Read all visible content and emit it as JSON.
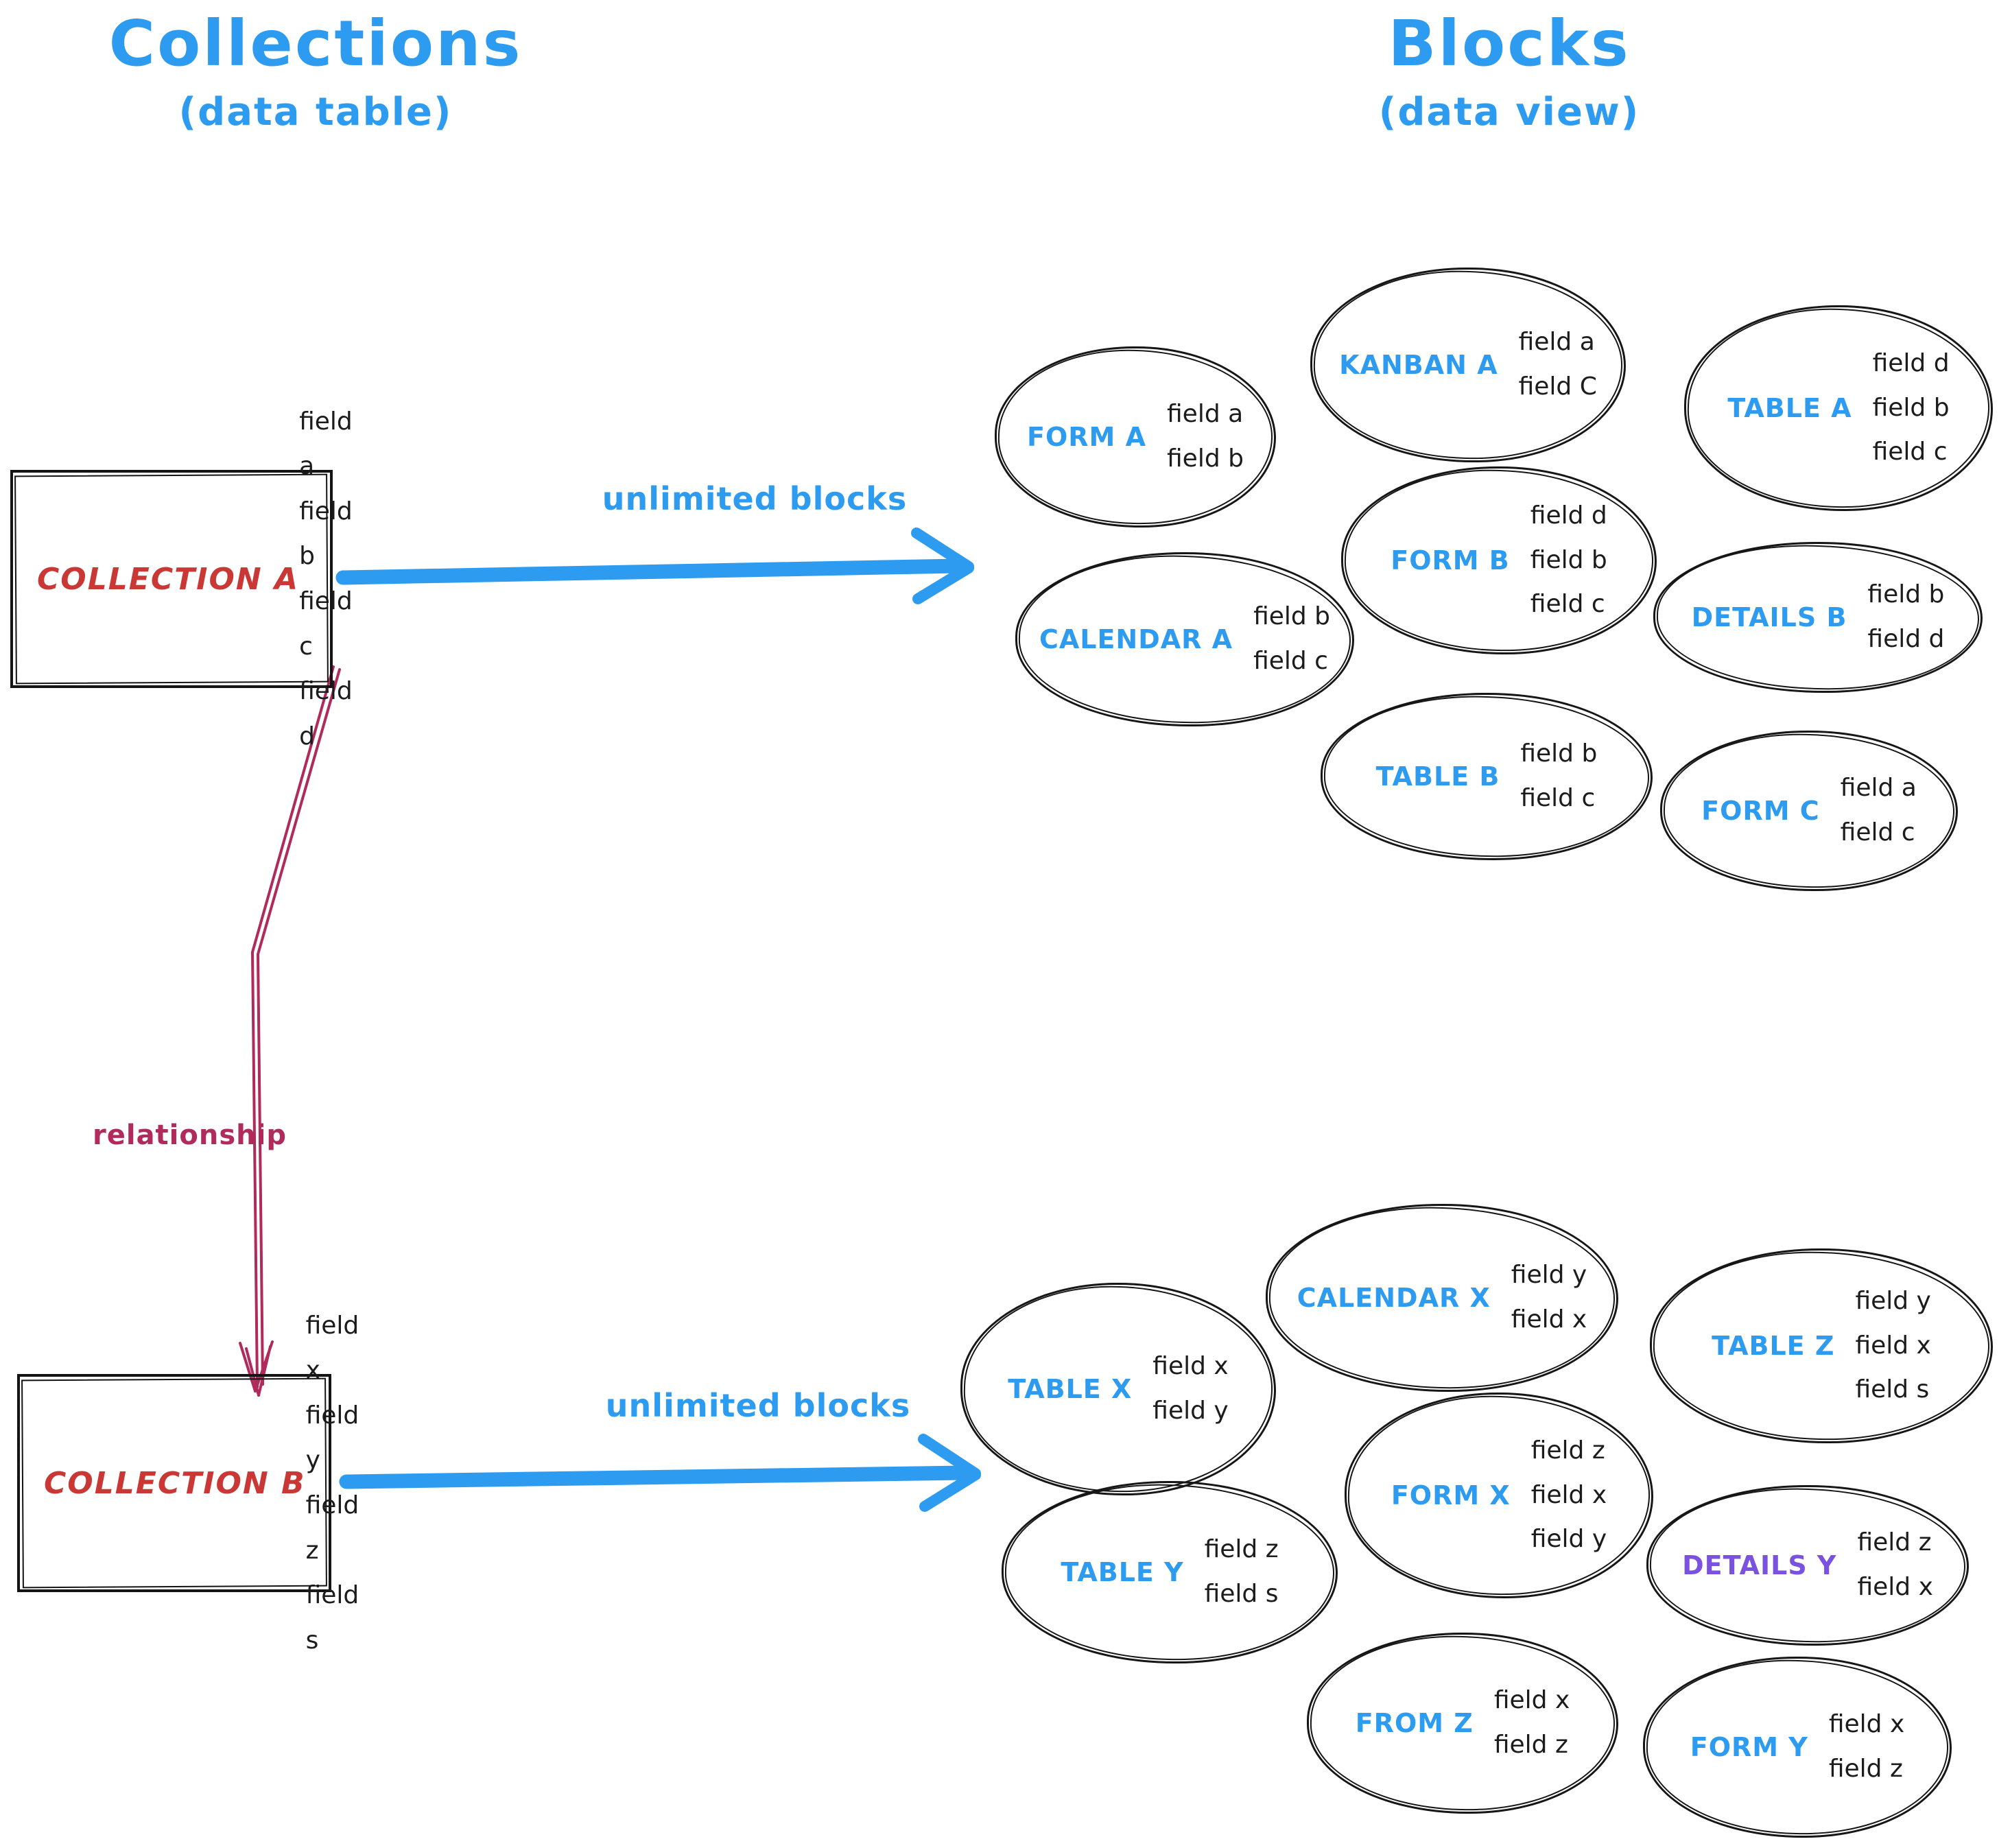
{
  "palette": {
    "accent_blue": "#2d9bf0",
    "collection_red": "#c93835",
    "relationship_crimson": "#b02a5b",
    "details_y_purple": "#7b52e0",
    "ink": "#161616"
  },
  "headers": {
    "collections": {
      "title": "Collections",
      "subtitle": "(data table)"
    },
    "blocks": {
      "title": "Blocks",
      "subtitle": "(data view)"
    }
  },
  "collections": [
    {
      "name": "COLLECTION A",
      "fields": [
        "field a",
        "field b",
        "field c",
        "field d"
      ]
    },
    {
      "name": "COLLECTION B",
      "fields": [
        "field x",
        "field y",
        "field z",
        "field s"
      ]
    }
  ],
  "relationship_label": "relationship",
  "arrows": {
    "top_label": "unlimited blocks",
    "bottom_label": "unlimited blocks"
  },
  "blocks_top": [
    {
      "label": "FORM A",
      "fields": [
        "field a",
        "field b"
      ]
    },
    {
      "label": "KANBAN A",
      "fields": [
        "field a",
        "field C"
      ]
    },
    {
      "label": "TABLE A",
      "fields": [
        "field d",
        "field b",
        "field c"
      ]
    },
    {
      "label": "CALENDAR A",
      "fields": [
        "field b",
        "field c"
      ]
    },
    {
      "label": "FORM B",
      "fields": [
        "field d",
        "field b",
        "field c"
      ]
    },
    {
      "label": "DETAILS B",
      "fields": [
        "field b",
        "field d"
      ]
    },
    {
      "label": "TABLE B",
      "fields": [
        "field b",
        "field c"
      ]
    },
    {
      "label": "FORM C",
      "fields": [
        "field a",
        "field c"
      ]
    }
  ],
  "blocks_bottom": [
    {
      "label": "TABLE X",
      "fields": [
        "field x",
        "field y"
      ]
    },
    {
      "label": "CALENDAR X",
      "fields": [
        "field y",
        "field x"
      ]
    },
    {
      "label": "TABLE Z",
      "fields": [
        "field y",
        "field x",
        "field s"
      ]
    },
    {
      "label": "TABLE Y",
      "fields": [
        "field z",
        "field s"
      ]
    },
    {
      "label": "FORM X",
      "fields": [
        "field z",
        "field x",
        "field y"
      ]
    },
    {
      "label": "DETAILS Y",
      "fields": [
        "field z",
        "field x"
      ]
    },
    {
      "label": "FROM Z",
      "fields": [
        "field x",
        "field z"
      ]
    },
    {
      "label": "FORM Y",
      "fields": [
        "field x",
        "field z"
      ]
    }
  ]
}
